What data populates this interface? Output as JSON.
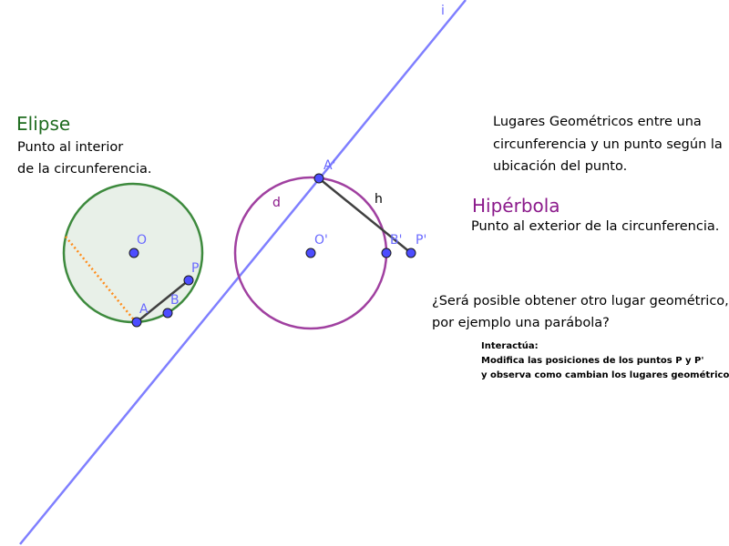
{
  "ellipse_section": {
    "title": "Elipse",
    "desc_line1": "Punto al interior",
    "desc_line2": "de la circunferencia.",
    "color": "#1e6b1e"
  },
  "hyperbola_section": {
    "title": "Hipérbola",
    "desc": "Punto al exterior de la circunferencia.",
    "color": "#8b1a8b"
  },
  "intro": {
    "line1": "Lugares Geométricos entre una",
    "line2": "circunferencia y un punto según la",
    "line3": "ubicación del punto."
  },
  "question": {
    "line1": "¿Será posible obtener otro lugar geométrico,",
    "line2": "por ejemplo una parábola?"
  },
  "instructions": {
    "line1": "Interactúa:",
    "line2": "Modifica las posiciones de los puntos P y P'",
    "line3": "y observa como cambian los lugares geométricos."
  },
  "labels": {
    "line_i": "i",
    "O": "O",
    "P": "P",
    "A": "A",
    "B": "B",
    "O_prime": "O'",
    "A_prime": "A'",
    "B_prime": "B'",
    "P_prime": "P'",
    "d": "d",
    "h": "h"
  }
}
